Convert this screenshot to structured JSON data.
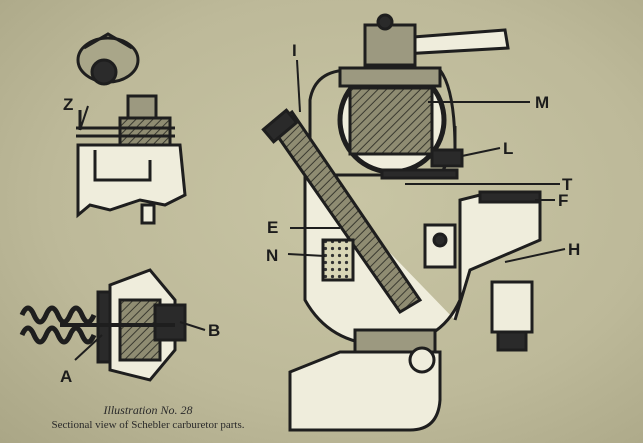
{
  "labels": {
    "z": "Z",
    "a": "A",
    "b": "B",
    "i": "I",
    "m": "M",
    "l": "L",
    "t": "T",
    "f": "F",
    "e": "E",
    "n": "N",
    "h": "H"
  },
  "caption": {
    "line1": "Illustration No. 28",
    "line2": "Sectional view of Schebler carburetor parts."
  }
}
